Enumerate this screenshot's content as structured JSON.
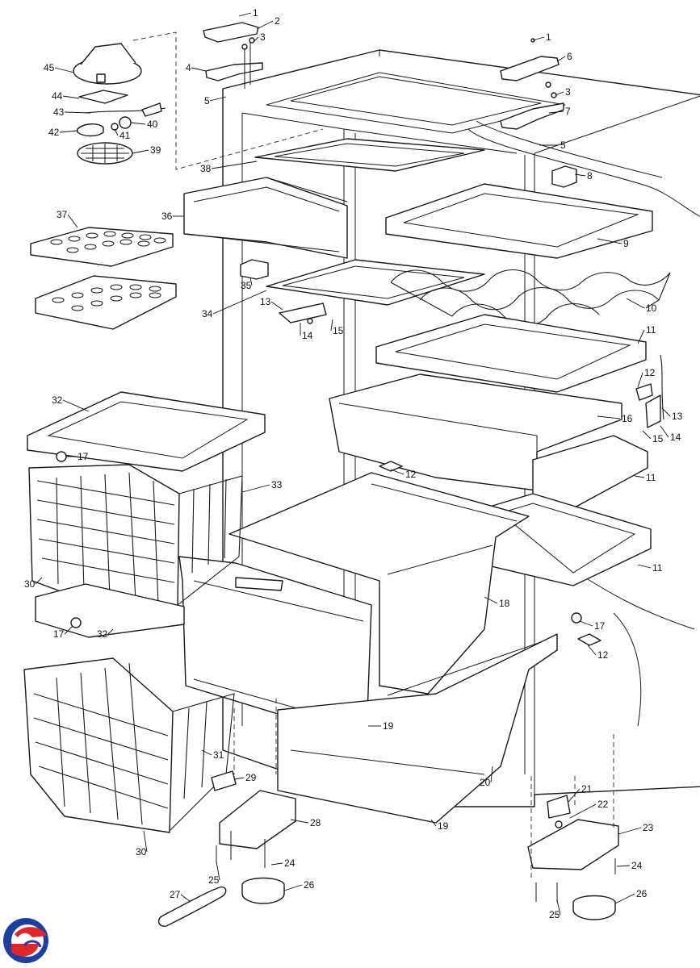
{
  "diagram": {
    "callouts": [
      {
        "id": "c1a",
        "text": "1"
      },
      {
        "id": "c1b",
        "text": "1"
      },
      {
        "id": "c2",
        "text": "2"
      },
      {
        "id": "c3a",
        "text": "3"
      },
      {
        "id": "c3b",
        "text": "3"
      },
      {
        "id": "c4",
        "text": "4"
      },
      {
        "id": "c5a",
        "text": "5"
      },
      {
        "id": "c5b",
        "text": "5"
      },
      {
        "id": "c6",
        "text": "6"
      },
      {
        "id": "c7",
        "text": "7"
      },
      {
        "id": "c8",
        "text": "8"
      },
      {
        "id": "c9",
        "text": "9"
      },
      {
        "id": "c10",
        "text": "10"
      },
      {
        "id": "c11a",
        "text": "11"
      },
      {
        "id": "c11b",
        "text": "11"
      },
      {
        "id": "c11c",
        "text": "11"
      },
      {
        "id": "c12a",
        "text": "12"
      },
      {
        "id": "c12b",
        "text": "12"
      },
      {
        "id": "c12c",
        "text": "12"
      },
      {
        "id": "c13a",
        "text": "13"
      },
      {
        "id": "c13b",
        "text": "13"
      },
      {
        "id": "c14a",
        "text": "14"
      },
      {
        "id": "c14b",
        "text": "14"
      },
      {
        "id": "c15a",
        "text": "15"
      },
      {
        "id": "c15b",
        "text": "15"
      },
      {
        "id": "c16",
        "text": "16"
      },
      {
        "id": "c17a",
        "text": "17"
      },
      {
        "id": "c17b",
        "text": "17"
      },
      {
        "id": "c17c",
        "text": "17"
      },
      {
        "id": "c18",
        "text": "18"
      },
      {
        "id": "c19a",
        "text": "19"
      },
      {
        "id": "c19b",
        "text": "19"
      },
      {
        "id": "c20",
        "text": "20"
      },
      {
        "id": "c21",
        "text": "21"
      },
      {
        "id": "c22",
        "text": "22"
      },
      {
        "id": "c23",
        "text": "23"
      },
      {
        "id": "c24a",
        "text": "24"
      },
      {
        "id": "c24b",
        "text": "24"
      },
      {
        "id": "c25a",
        "text": "25"
      },
      {
        "id": "c25b",
        "text": "25"
      },
      {
        "id": "c26a",
        "text": "26"
      },
      {
        "id": "c26b",
        "text": "26"
      },
      {
        "id": "c27",
        "text": "27"
      },
      {
        "id": "c28",
        "text": "28"
      },
      {
        "id": "c29",
        "text": "29"
      },
      {
        "id": "c30a",
        "text": "30"
      },
      {
        "id": "c30b",
        "text": "30"
      },
      {
        "id": "c31",
        "text": "31"
      },
      {
        "id": "c32a",
        "text": "32"
      },
      {
        "id": "c32b",
        "text": "32"
      },
      {
        "id": "c33",
        "text": "33"
      },
      {
        "id": "c34",
        "text": "34"
      },
      {
        "id": "c35",
        "text": "35"
      },
      {
        "id": "c36",
        "text": "36"
      },
      {
        "id": "c37",
        "text": "37"
      },
      {
        "id": "c38",
        "text": "38"
      },
      {
        "id": "c39",
        "text": "39"
      },
      {
        "id": "c40",
        "text": "40"
      },
      {
        "id": "c41",
        "text": "41"
      },
      {
        "id": "c42",
        "text": "42"
      },
      {
        "id": "c43",
        "text": "43"
      },
      {
        "id": "c44",
        "text": "44"
      },
      {
        "id": "c45",
        "text": "45"
      }
    ],
    "logo": {
      "name": "brand-logo",
      "colors": [
        "#1e3f9c",
        "#e0262b"
      ]
    }
  }
}
